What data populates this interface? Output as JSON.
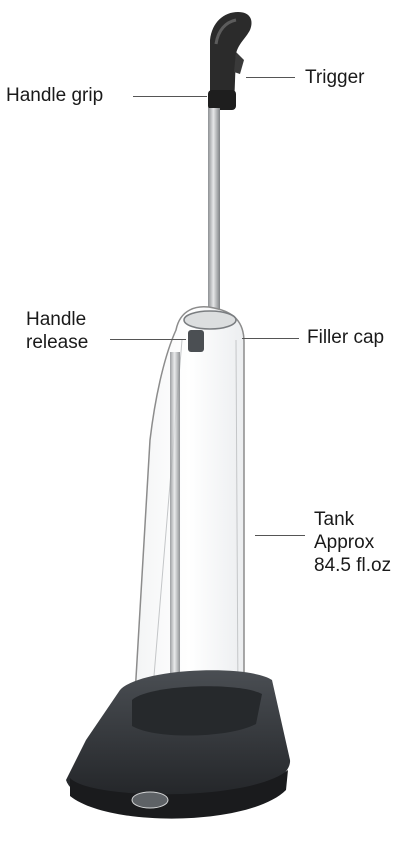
{
  "labels": {
    "handle_grip": "Handle grip",
    "trigger": "Trigger",
    "handle_release": [
      "Handle",
      "release"
    ],
    "filler_cap": "Filler cap",
    "tank": [
      "Tank",
      "Approx",
      "84.5 fl.oz"
    ]
  },
  "colors": {
    "label_text": "#1a1a1a",
    "leader_line": "#555555",
    "grip": "#2b2b2b",
    "base": "#2f3236",
    "shaft": "#b8babc",
    "tank_outline": "#8c8c8c"
  }
}
